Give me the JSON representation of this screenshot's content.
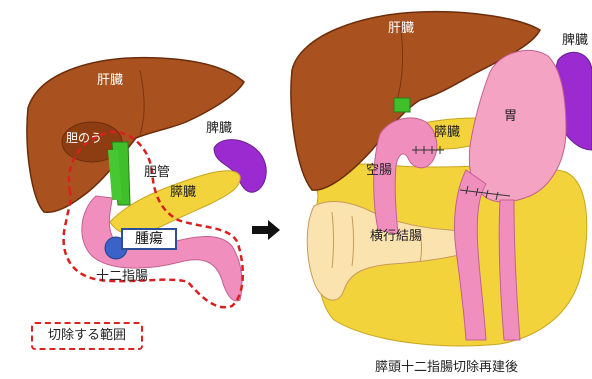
{
  "labels": {
    "liver_left": "肝臓",
    "gallbladder": "胆のう",
    "bile_duct": "胆管",
    "spleen_left": "脾臓",
    "pancreas_left": "膵臓",
    "tumor": "腫瘍",
    "duodenum": "十二指腸",
    "legend": "切除する範囲",
    "liver_right": "肝臓",
    "spleen_right": "脾臓",
    "pancreas_right": "膵臓",
    "stomach": "胃",
    "jejunum": "空腸",
    "colon": "横行結腸",
    "caption": "膵頭十二指腸切除再建後"
  },
  "colors": {
    "liver": "#a9521f",
    "liver_dark": "#7a3410",
    "gallbladder_green": "#3fbf2a",
    "spleen": "#9b2bd1",
    "pancreas": "#f2d33c",
    "duodenum": "#f08fbe",
    "tumor": "#3b63c7",
    "resection_line": "#d82020",
    "fat": "#fbe3b0",
    "stomach": "#f4a3c3"
  },
  "arrow": "➡"
}
